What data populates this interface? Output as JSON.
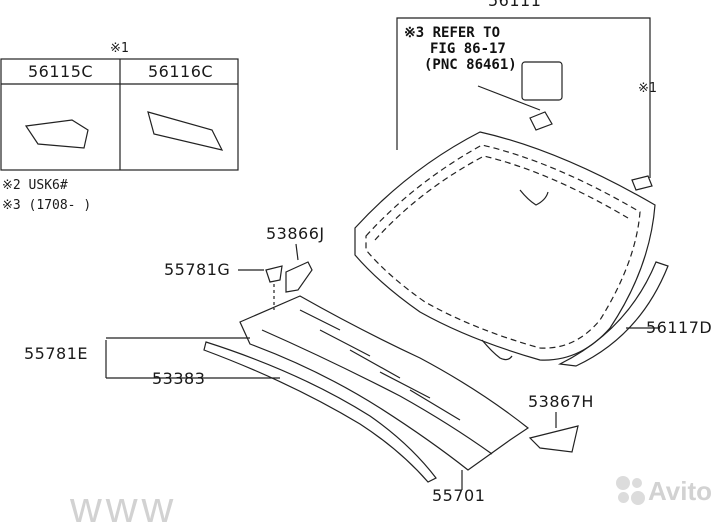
{
  "inset_box": {
    "note": "※1",
    "left_part": "56115C",
    "right_part": "56116C"
  },
  "notes": {
    "note2": "※2 USK6#",
    "note3": "※3 (1708-    )"
  },
  "top_cut_label": "56111",
  "refer": {
    "line1": "※3 REFER TO",
    "line2": "FIG 86-17",
    "line3": "(PNC 86461)"
  },
  "star1_right": "※1",
  "parts": {
    "p53866J": "53866J",
    "p55781G": "55781G",
    "p55781E": "55781E",
    "p53383": "53383",
    "p56117D": "56117D",
    "p53867H": "53867H",
    "p55701": "55701"
  },
  "watermark": {
    "brand": "Avito",
    "url_fragment": "www"
  }
}
